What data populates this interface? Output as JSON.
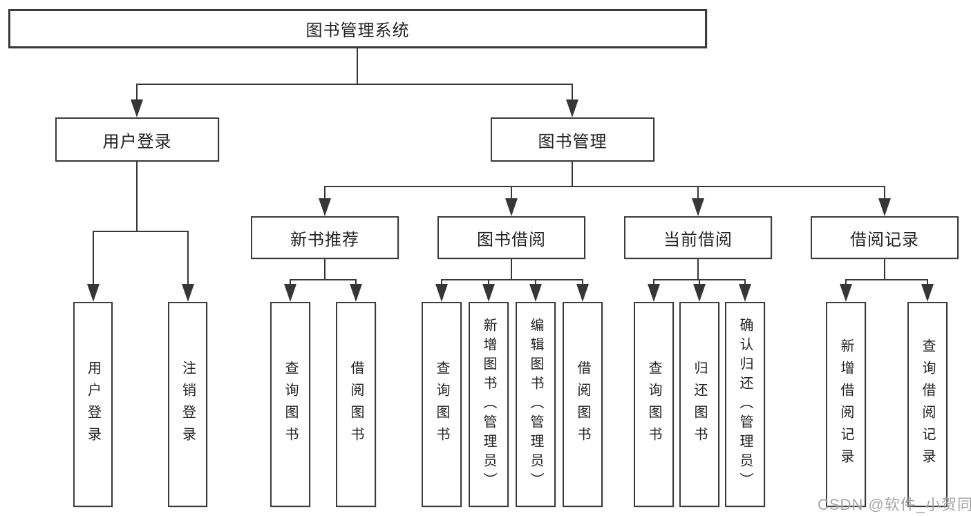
{
  "diagram": {
    "root": {
      "label": "图书管理系统"
    },
    "branches": [
      {
        "label": "用户登录",
        "children": [
          {
            "label": "用户登录"
          },
          {
            "label": "注销登录"
          }
        ]
      },
      {
        "label": "图书管理",
        "children": [
          {
            "label": "新书推荐",
            "children": [
              {
                "label": "查询图书"
              },
              {
                "label": "借阅图书"
              }
            ]
          },
          {
            "label": "图书借阅",
            "children": [
              {
                "label": "查询图书"
              },
              {
                "label": "新增图书（管理员）"
              },
              {
                "label": "编辑图书（管理员）"
              },
              {
                "label": "借阅图书"
              }
            ]
          },
          {
            "label": "当前借阅",
            "children": [
              {
                "label": "查询图书"
              },
              {
                "label": "归还图书"
              },
              {
                "label": "确认归还（管理员）"
              }
            ]
          },
          {
            "label": "借阅记录",
            "children": [
              {
                "label": "新增借阅记录"
              },
              {
                "label": "查询借阅记录"
              }
            ]
          }
        ]
      }
    ]
  },
  "watermark": {
    "text": "CSDN @软件_小贺同学"
  },
  "colors": {
    "line": "#363636",
    "border": "#3b3b3b",
    "text": "#222222",
    "background": "#ffffff",
    "watermark": "#969696"
  }
}
